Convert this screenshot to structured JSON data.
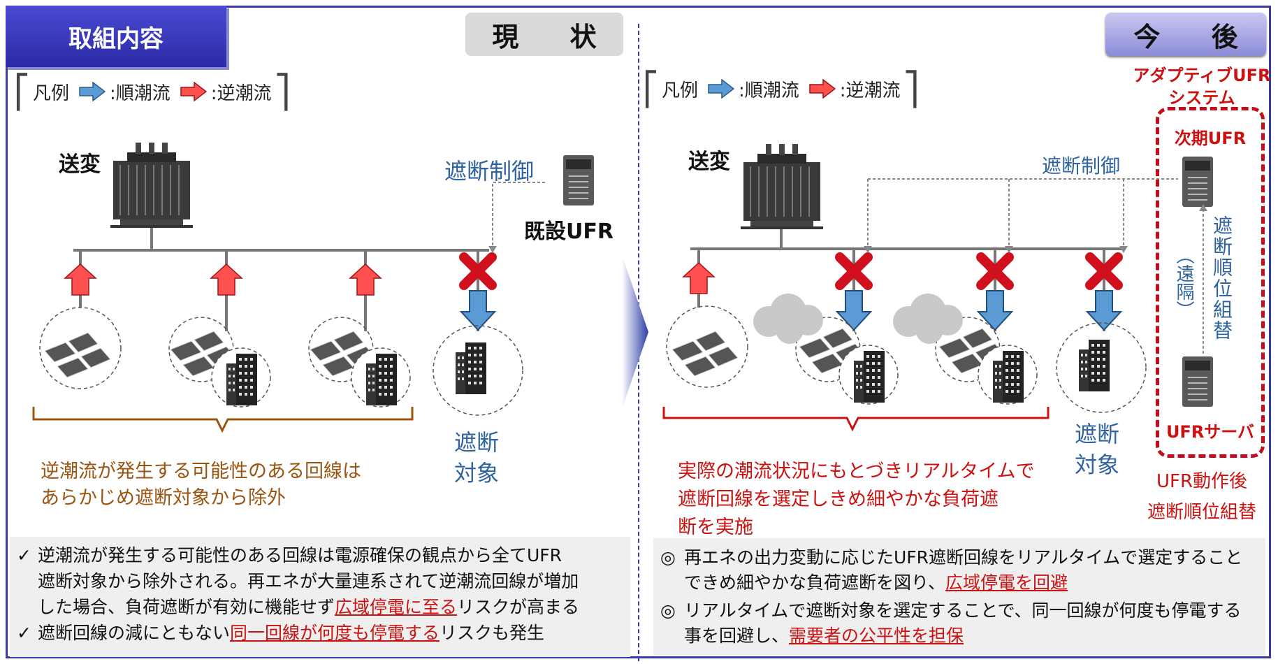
{
  "header": {
    "tag": "取組内容",
    "tab_now": "現 状",
    "tab_future": "今 後"
  },
  "legend": {
    "prefix": "凡例",
    "forward": ":順潮流",
    "reverse": ":逆潮流"
  },
  "left": {
    "substation": "送変",
    "control": "遮断制御",
    "ufr": "既設UFR",
    "target_1": "遮断",
    "target_2": "対象",
    "note_1": "逆潮流が発生する可能性のある回線は",
    "note_2": "あらかじめ遮断対象から除外",
    "bullets": {
      "mark": "✓",
      "b1_l1": "逆潮流が発生する可能性のある回線は電源確保の観点から全てUFR",
      "b1_l2": "遮断対象から除外される。再エネが大量連系されて逆潮流回線が増加",
      "b1_l3a": "した場合、負荷遮断が有効に機能せず",
      "b1_l3u": "広域停電に至る",
      "b1_l3b": "リスクが高まる",
      "b2a": "遮断回線の減にともない",
      "b2u": "同一回線が何度も停電する",
      "b2b": "リスクも発生"
    }
  },
  "right": {
    "substation": "送変",
    "control": "遮断制御",
    "adaptive_1": "アダプティブUFR",
    "adaptive_2": "システム",
    "next_ufr": "次期UFR",
    "vertical_main": "遮断順位組替",
    "vertical_remote": "（遠隔）",
    "server": "UFRサーバ",
    "after_1": "UFR動作後",
    "after_2": "遮断順位組替",
    "target_1": "遮断",
    "target_2": "対象",
    "note_1": "実際の潮流状況にもとづきリアルタイムで",
    "note_2": "遮断回線を選定しきめ細やかな負荷遮",
    "note_3": "断を実施",
    "bullets": {
      "mark": "◎",
      "b1_l1": "再エネの出力変動に応じたUFR遮断回線をリアルタイムで選定すること",
      "b1_l2a": "できめ細やかな負荷遮断を図り、",
      "b1_l2u": "広域停電を回避",
      "b2_l1": "リアルタイムで遮断対象を選定することで、同一回線が何度も停電する",
      "b2_l2a": "事を回避し、",
      "b2_l2u": "需要者の公平性を担保"
    }
  },
  "colors": {
    "frame": "#3a3aa6",
    "forward_flow": "#5b9bd5",
    "reverse_flow": "#ff5050",
    "highlight_red": "#cc1111",
    "text_blue": "#2f63a0",
    "text_brown": "#9a5510"
  }
}
